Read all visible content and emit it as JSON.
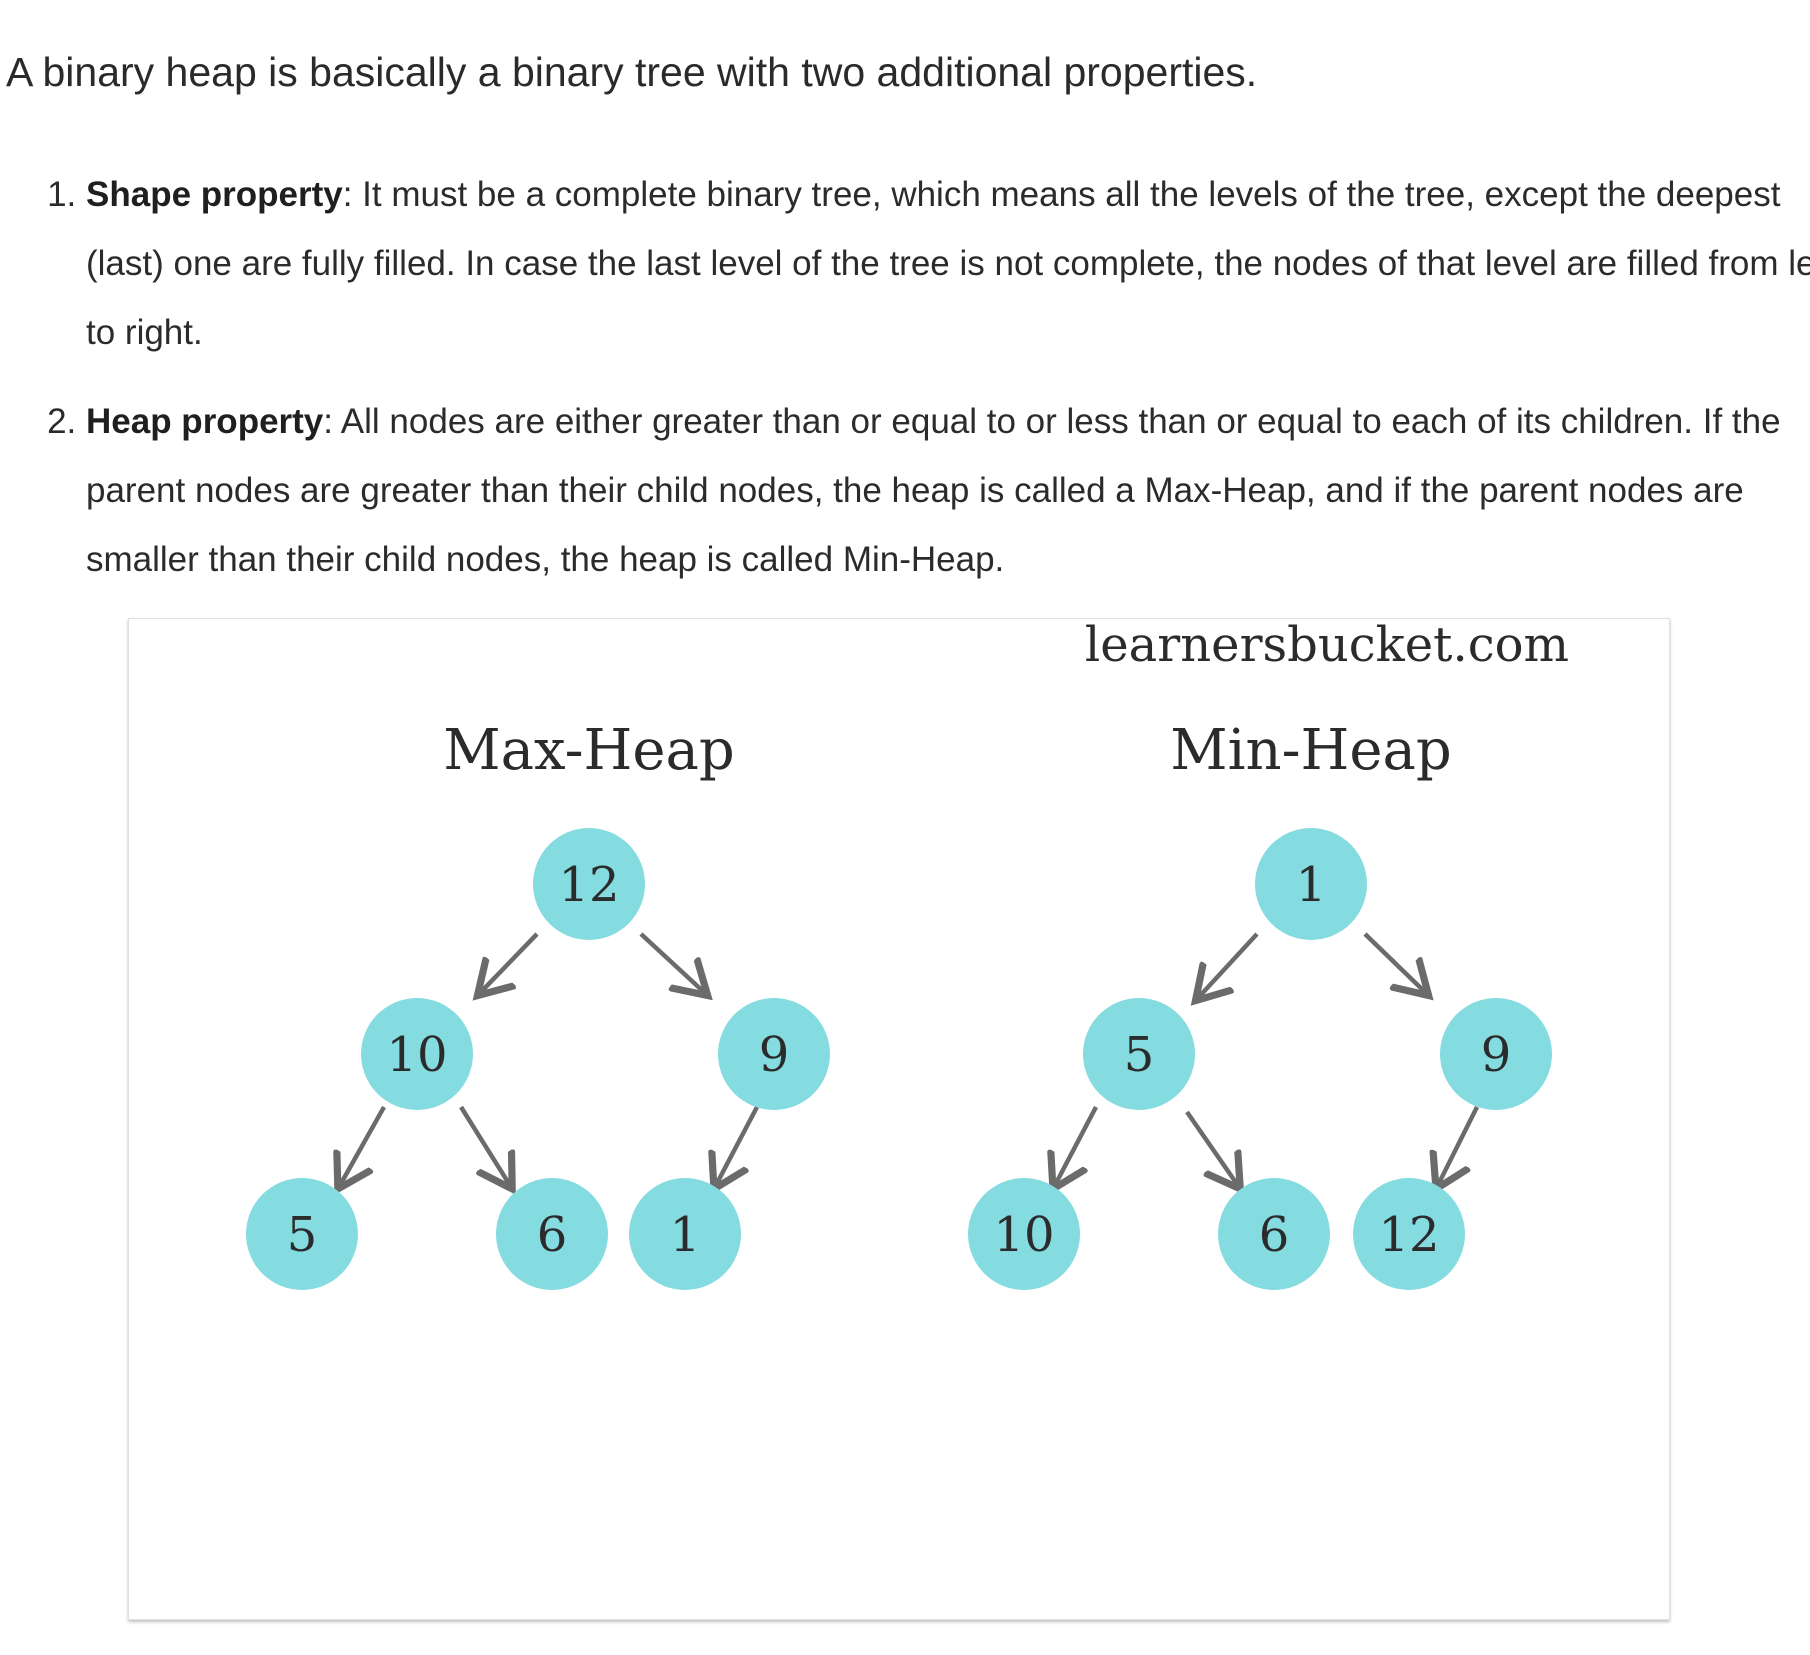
{
  "intro": "A binary heap is basically a binary tree with two additional properties.",
  "properties": [
    {
      "title": "Shape property",
      "text": ": It must be a complete binary tree, which means all the levels of the tree, except the deepest (last) one are fully filled. In case the last level of the tree is not complete, the nodes of that level are filled from left to right."
    },
    {
      "title": "Heap property",
      "text": ": All nodes are either greater than or equal to or less than or equal to each of its children. If the parent nodes are greater than their child nodes, the heap is called a Max-Heap, and if the parent nodes are smaller than their child nodes, the heap is called Min-Heap."
    }
  ],
  "figure": {
    "watermark": "learnersbucket.com",
    "node_color": "#84dbe0",
    "edge_color": "#6b6b6b",
    "trees": [
      {
        "title": "Max-Heap",
        "nodes": [
          "12",
          "10",
          "9",
          "5",
          "6",
          "1"
        ]
      },
      {
        "title": "Min-Heap",
        "nodes": [
          "1",
          "5",
          "9",
          "10",
          "6",
          "12"
        ]
      }
    ]
  }
}
